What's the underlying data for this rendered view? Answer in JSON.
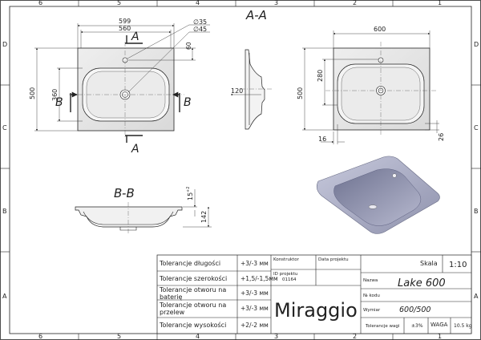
{
  "border": {
    "top_cols": [
      "6",
      "5",
      "4",
      "3",
      "2",
      "1"
    ],
    "bottom_cols": [
      "6",
      "5",
      "4",
      "3",
      "2",
      "1"
    ],
    "left_rows": [
      "D",
      "C",
      "B",
      "A"
    ],
    "right_rows": [
      "D",
      "C",
      "B",
      "A"
    ]
  },
  "views": {
    "section_aa": "A-A",
    "section_bb": "B-B",
    "cut_a_top": "A",
    "cut_a_bottom": "A",
    "cut_b_left": "B",
    "cut_b_right": "B"
  },
  "dimensions": {
    "top_width_outer": "599",
    "top_width_inner": "560",
    "hole_d35": "∅35",
    "hole_d45": "∅45",
    "tap_offset": "60",
    "height_outer": "500",
    "height_inner": "360",
    "section_120": "120",
    "right_width": "600",
    "right_280": "280",
    "right_500": "500",
    "right_16": "16",
    "right_26": "26",
    "bb_15": "15",
    "bb_15_sup": "+2",
    "bb_142": "142"
  },
  "title_block": {
    "rows": [
      {
        "label": "Tolerancje długości",
        "value": "+3/-3 мм"
      },
      {
        "label": "Tolerancje szerokości",
        "value": "+1,5/-1,5мм"
      },
      {
        "label": "Tolerancje otworu na baterię",
        "value": "+3/-3 мм"
      },
      {
        "label": "Tolerancje otworu na przelew",
        "value": "+3/-3 мм"
      },
      {
        "label": "Tolerancje wysokości",
        "value": "+2/-2 мм"
      }
    ],
    "konstruktor_label": "Konstruktor",
    "data_projektu_label": "Data projektu",
    "id_projektu_label": "ID projektu",
    "id_projektu_value": "01164",
    "skala_label": "Skala",
    "skala_value": "1:10",
    "nazwa_label": "Nazwa",
    "product_name": "Lake  600",
    "nr_kodu_label": "№ kodu",
    "wymiar_label": "Wymiar",
    "wymiar_value": "600/500",
    "brand": "Miraggio",
    "tolerancje_wagi_label": "Tolerancje wagi",
    "tolerancje_wagi_value": "±3%",
    "waga_label": "WAGA",
    "waga_value": "10.5 kg"
  }
}
